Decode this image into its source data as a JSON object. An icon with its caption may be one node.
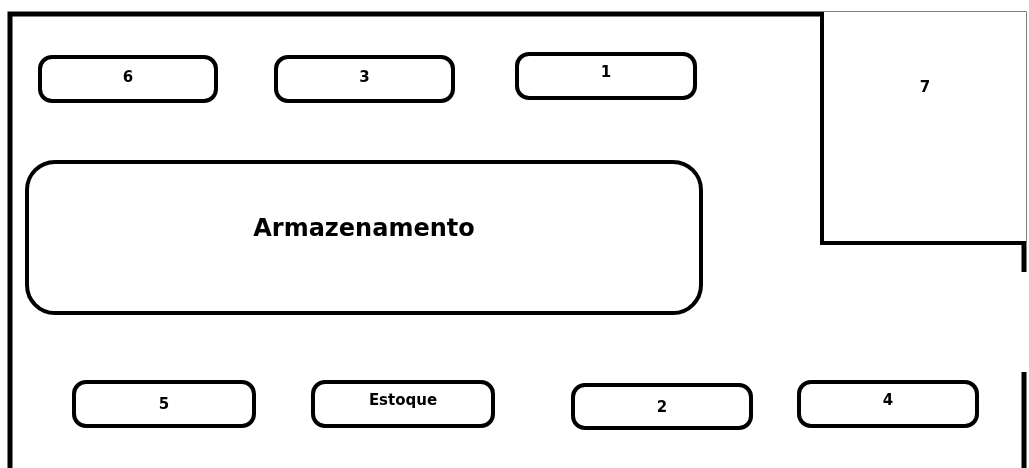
{
  "diagram": {
    "nodes": [
      {
        "text": [
          "6"
        ]
      },
      {
        "text": [
          "3"
        ]
      },
      {
        "text": [
          "1"
        ]
      },
      {
        "text": [
          "7"
        ]
      },
      {
        "text": [
          "Armazenamento"
        ]
      },
      {
        "text": [
          "5"
        ]
      },
      {
        "text": [
          "Estoque"
        ]
      },
      {
        "text": [
          "2"
        ]
      },
      {
        "text": [
          "4"
        ]
      }
    ]
  }
}
